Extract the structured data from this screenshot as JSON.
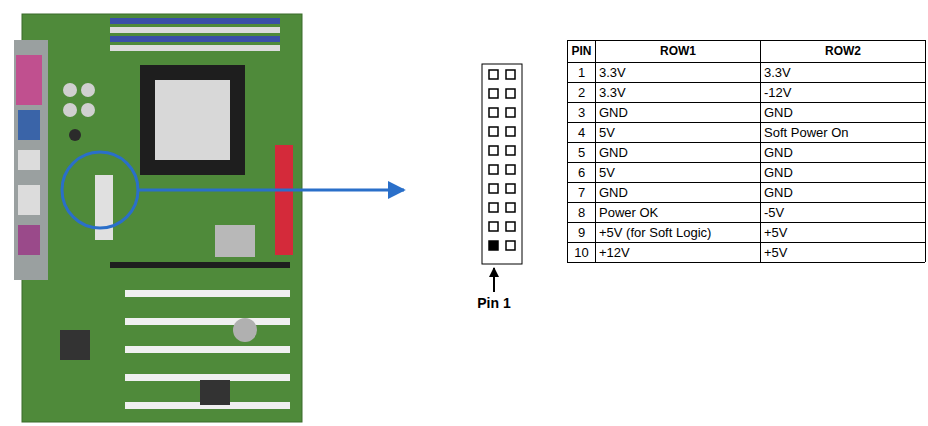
{
  "diagram": {
    "labels": [
      "PIN",
      "ROW1",
      "ROW2",
      "1",
      "3.3V",
      "3.3V",
      "2",
      "3.3V",
      "-12V",
      "3",
      "GND",
      "GND",
      "4",
      "5V",
      "Soft Power On",
      "5",
      "GND",
      "GND",
      "6",
      "5V",
      "GND",
      "7",
      "GND",
      "GND",
      "8",
      "Power OK",
      "-5V",
      "9",
      "+5V (for Soft Logic)",
      "+5V",
      "10",
      "+12V",
      "+5V",
      "Pin 1"
    ]
  }
}
